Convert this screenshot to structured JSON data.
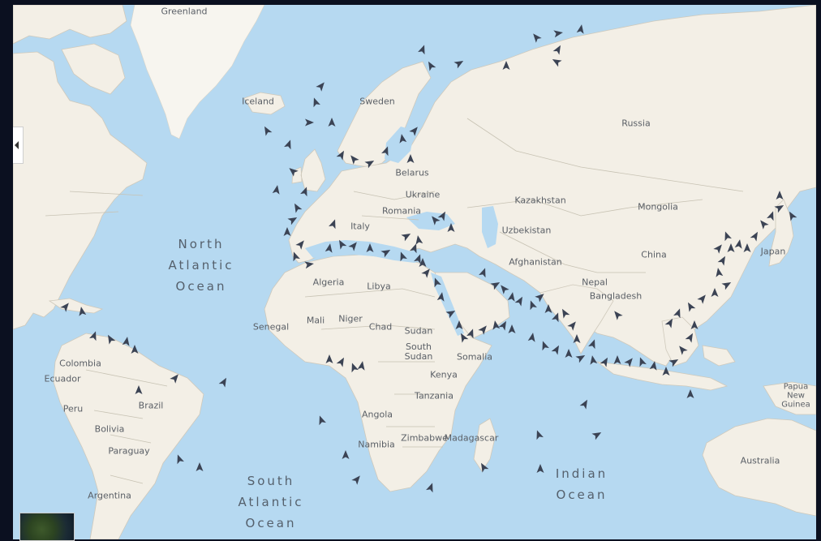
{
  "map": {
    "countries": [
      {
        "name": "Greenland"
      },
      {
        "name": "Iceland"
      },
      {
        "name": "Sweden"
      },
      {
        "name": "Russia"
      },
      {
        "name": "Belarus"
      },
      {
        "name": "Ukraine"
      },
      {
        "name": "Romania"
      },
      {
        "name": "Italy"
      },
      {
        "name": "Kazakhstan"
      },
      {
        "name": "Mongolia"
      },
      {
        "name": "Uzbekistan"
      },
      {
        "name": "China"
      },
      {
        "name": "Japan"
      },
      {
        "name": "Afghanistan"
      },
      {
        "name": "Nepal"
      },
      {
        "name": "Bangladesh"
      },
      {
        "name": "Algeria"
      },
      {
        "name": "Libya"
      },
      {
        "name": "Mali"
      },
      {
        "name": "Niger"
      },
      {
        "name": "Chad"
      },
      {
        "name": "Senegal"
      },
      {
        "name": "Sudan"
      },
      {
        "name": "South\nSudan"
      },
      {
        "name": "Somalia"
      },
      {
        "name": "Kenya"
      },
      {
        "name": "Tanzania"
      },
      {
        "name": "Angola"
      },
      {
        "name": "Zimbabwe"
      },
      {
        "name": "Namibia"
      },
      {
        "name": "Madagascar"
      },
      {
        "name": "Colombia"
      },
      {
        "name": "Ecuador"
      },
      {
        "name": "Peru"
      },
      {
        "name": "Brazil"
      },
      {
        "name": "Bolivia"
      },
      {
        "name": "Paraguay"
      },
      {
        "name": "Argentina"
      },
      {
        "name": "Australia"
      },
      {
        "name": "Papua New\nGuinea"
      }
    ],
    "oceans": [
      {
        "name": "North\nAtlantic\nOcean"
      },
      {
        "name": "South\nAtlantic\nOcean"
      },
      {
        "name": "Indian\nOcean"
      }
    ],
    "colors": {
      "water": "#b6d9f1",
      "land": "#f3efe6",
      "vessel": "#3b4354",
      "frame": "#0b1020"
    },
    "vessel_icon": "vessel-arrow-icon",
    "controls": {
      "collapse_icon": "chevron-left-icon",
      "minimap": "satellite-thumbnail"
    }
  }
}
